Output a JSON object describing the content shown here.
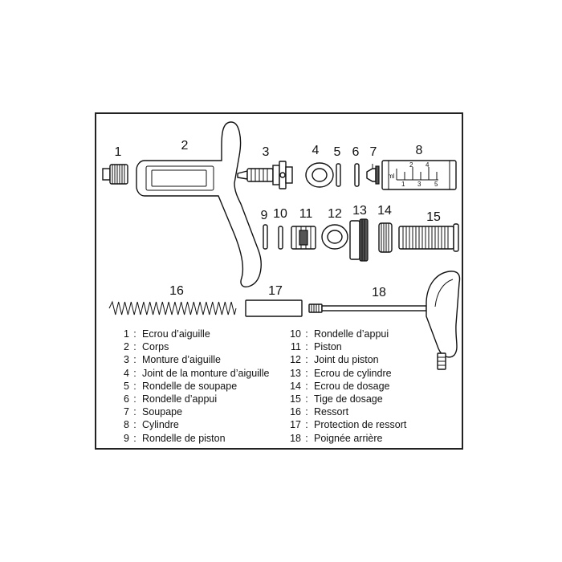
{
  "parts": [
    {
      "number": "1",
      "label": "Ecrou d’aiguille"
    },
    {
      "number": "2",
      "label": "Corps"
    },
    {
      "number": "3",
      "label": "Monture d’aiguille"
    },
    {
      "number": "4",
      "label": "Joint de la monture d’aiguille"
    },
    {
      "number": "5",
      "label": "Rondelle de soupape"
    },
    {
      "number": "6",
      "label": "Rondelle d’appui"
    },
    {
      "number": "7",
      "label": "Soupape"
    },
    {
      "number": "8",
      "label": "Cylindre"
    },
    {
      "number": "9",
      "label": "Rondelle de piston"
    },
    {
      "number": "10",
      "label": "Rondelle d’appui"
    },
    {
      "number": "11",
      "label": "Piston"
    },
    {
      "number": "12",
      "label": "Joint du piston"
    },
    {
      "number": "13",
      "label": "Ecrou de cylindre"
    },
    {
      "number": "14",
      "label": "Ecrou de dosage"
    },
    {
      "number": "15",
      "label": "Tige de dosage"
    },
    {
      "number": "16",
      "label": "Ressort"
    },
    {
      "number": "17",
      "label": "Protection de ressort"
    },
    {
      "number": "18",
      "label": "Poignée arrière"
    }
  ],
  "separator": ":",
  "cylinder_scale": {
    "unit": "ml",
    "ticks": [
      "1",
      "2",
      "3",
      "4",
      "5"
    ]
  }
}
